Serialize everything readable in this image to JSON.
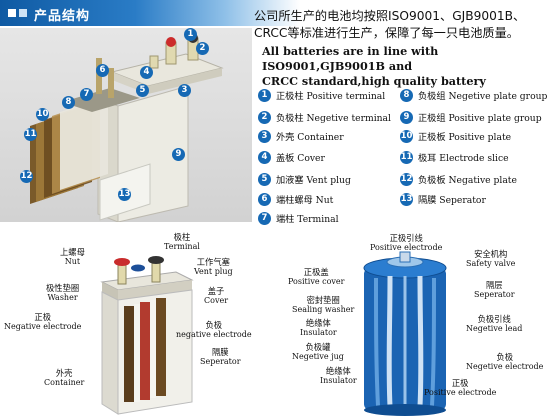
{
  "header": {
    "title": "产品结构"
  },
  "intro": {
    "cn_line1": "公司所生产的电池均按照ISO9001、GJB9001B、",
    "cn_line2": "CRCC等标准进行生产，保障了每一只电池质量。",
    "en_line1": "All batteries are in line with ISO9001,GJB9001B and",
    "en_line2": "CRCC standard,high quality battery"
  },
  "legend": [
    {
      "num": "1",
      "label": "正极柱 Positive terminal"
    },
    {
      "num": "2",
      "label": "负极柱 Negetive terminal"
    },
    {
      "num": "3",
      "label": "外壳 Container"
    },
    {
      "num": "4",
      "label": "盖板 Cover"
    },
    {
      "num": "5",
      "label": "加液塞 Vent plug"
    },
    {
      "num": "6",
      "label": "端柱螺母 Nut"
    },
    {
      "num": "7",
      "label": "端柱 Terminal"
    },
    {
      "num": "8",
      "label": "负极组 Negetive plate group"
    },
    {
      "num": "9",
      "label": "正极组 Positive plate group"
    },
    {
      "num": "10",
      "label": "正极板 Positive plate"
    },
    {
      "num": "11",
      "label": "极耳 Electrode slice"
    },
    {
      "num": "12",
      "label": "负极板 Negative plate"
    },
    {
      "num": "13",
      "label": "隔膜 Seperator"
    }
  ],
  "exploded_markers": [
    "1",
    "2",
    "3",
    "4",
    "5",
    "6",
    "7",
    "8",
    "9",
    "10",
    "11",
    "12",
    "13"
  ],
  "prismatic": {
    "nut": {
      "cn": "上螺母",
      "en": "Nut"
    },
    "terminal": {
      "cn": "极柱",
      "en": "Terminal"
    },
    "vent": {
      "cn": "工作气塞",
      "en": "Vent plug"
    },
    "washer": {
      "cn": "极性垫圈",
      "en": "Washer"
    },
    "cover": {
      "cn": "盖子",
      "en": "Cover"
    },
    "neg_electrode": {
      "cn": "正极",
      "en": "Negative electrode"
    },
    "neg_electrode2": {
      "cn": "负极",
      "en": "negative electrode"
    },
    "separator": {
      "cn": "隔膜",
      "en": "Seperator"
    },
    "container": {
      "cn": "外壳",
      "en": "Container"
    }
  },
  "cylindrical": {
    "pos_lead": {
      "cn": "正极引线",
      "en": "Positive electrode"
    },
    "safety": {
      "cn": "安全机构",
      "en": "Safety valve"
    },
    "pos_cover": {
      "cn": "正极盖",
      "en": "Positive cover"
    },
    "separator": {
      "cn": "隔层",
      "en": "Seperator"
    },
    "sealing": {
      "cn": "密封垫圈",
      "en": "Sealing washer"
    },
    "insulator": {
      "cn": "绝缘体",
      "en": "Insulator"
    },
    "neg_lead": {
      "cn": "负极引线",
      "en": "Negetive lead"
    },
    "neg_jug": {
      "cn": "负极罐",
      "en": "Negetive jug"
    },
    "neg_electrode": {
      "cn": "负极",
      "en": "Negetive electrode"
    },
    "insulator2": {
      "cn": "绝缘体",
      "en": "Insulator"
    },
    "pos_electrode": {
      "cn": "正极",
      "en": "Positive electrode"
    }
  },
  "colors": {
    "accent": "#1669b4",
    "banner": "#0f5aa3"
  }
}
